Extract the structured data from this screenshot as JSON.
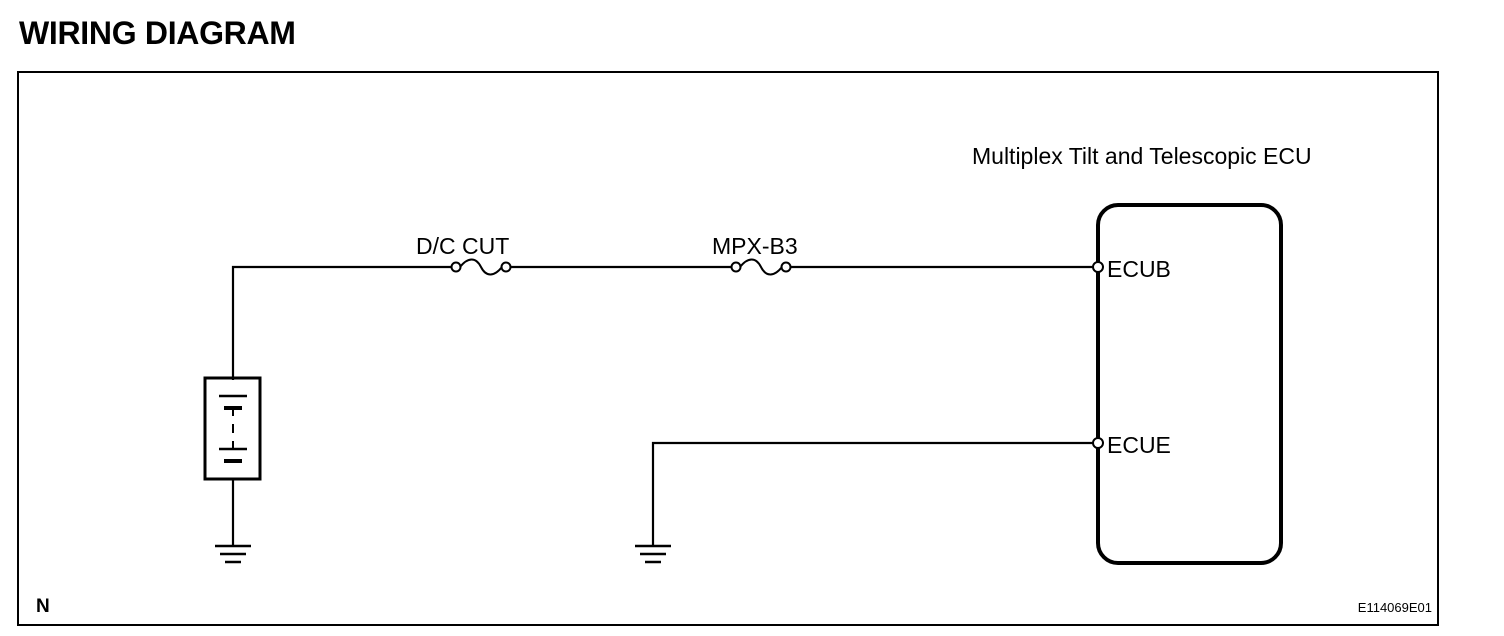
{
  "title": "WIRING DIAGRAM",
  "ecu": {
    "name": "Multiplex Tilt and Telescopic ECU",
    "terminals": {
      "battery": "ECUB",
      "ground": "ECUE"
    }
  },
  "fuses": {
    "first": "D/C CUT",
    "second": "MPX-B3"
  },
  "corner_mark": "N",
  "figure_code": "E114069E01",
  "icons": [
    "battery-icon",
    "fuse-icon",
    "ground-icon",
    "terminal-icon"
  ]
}
